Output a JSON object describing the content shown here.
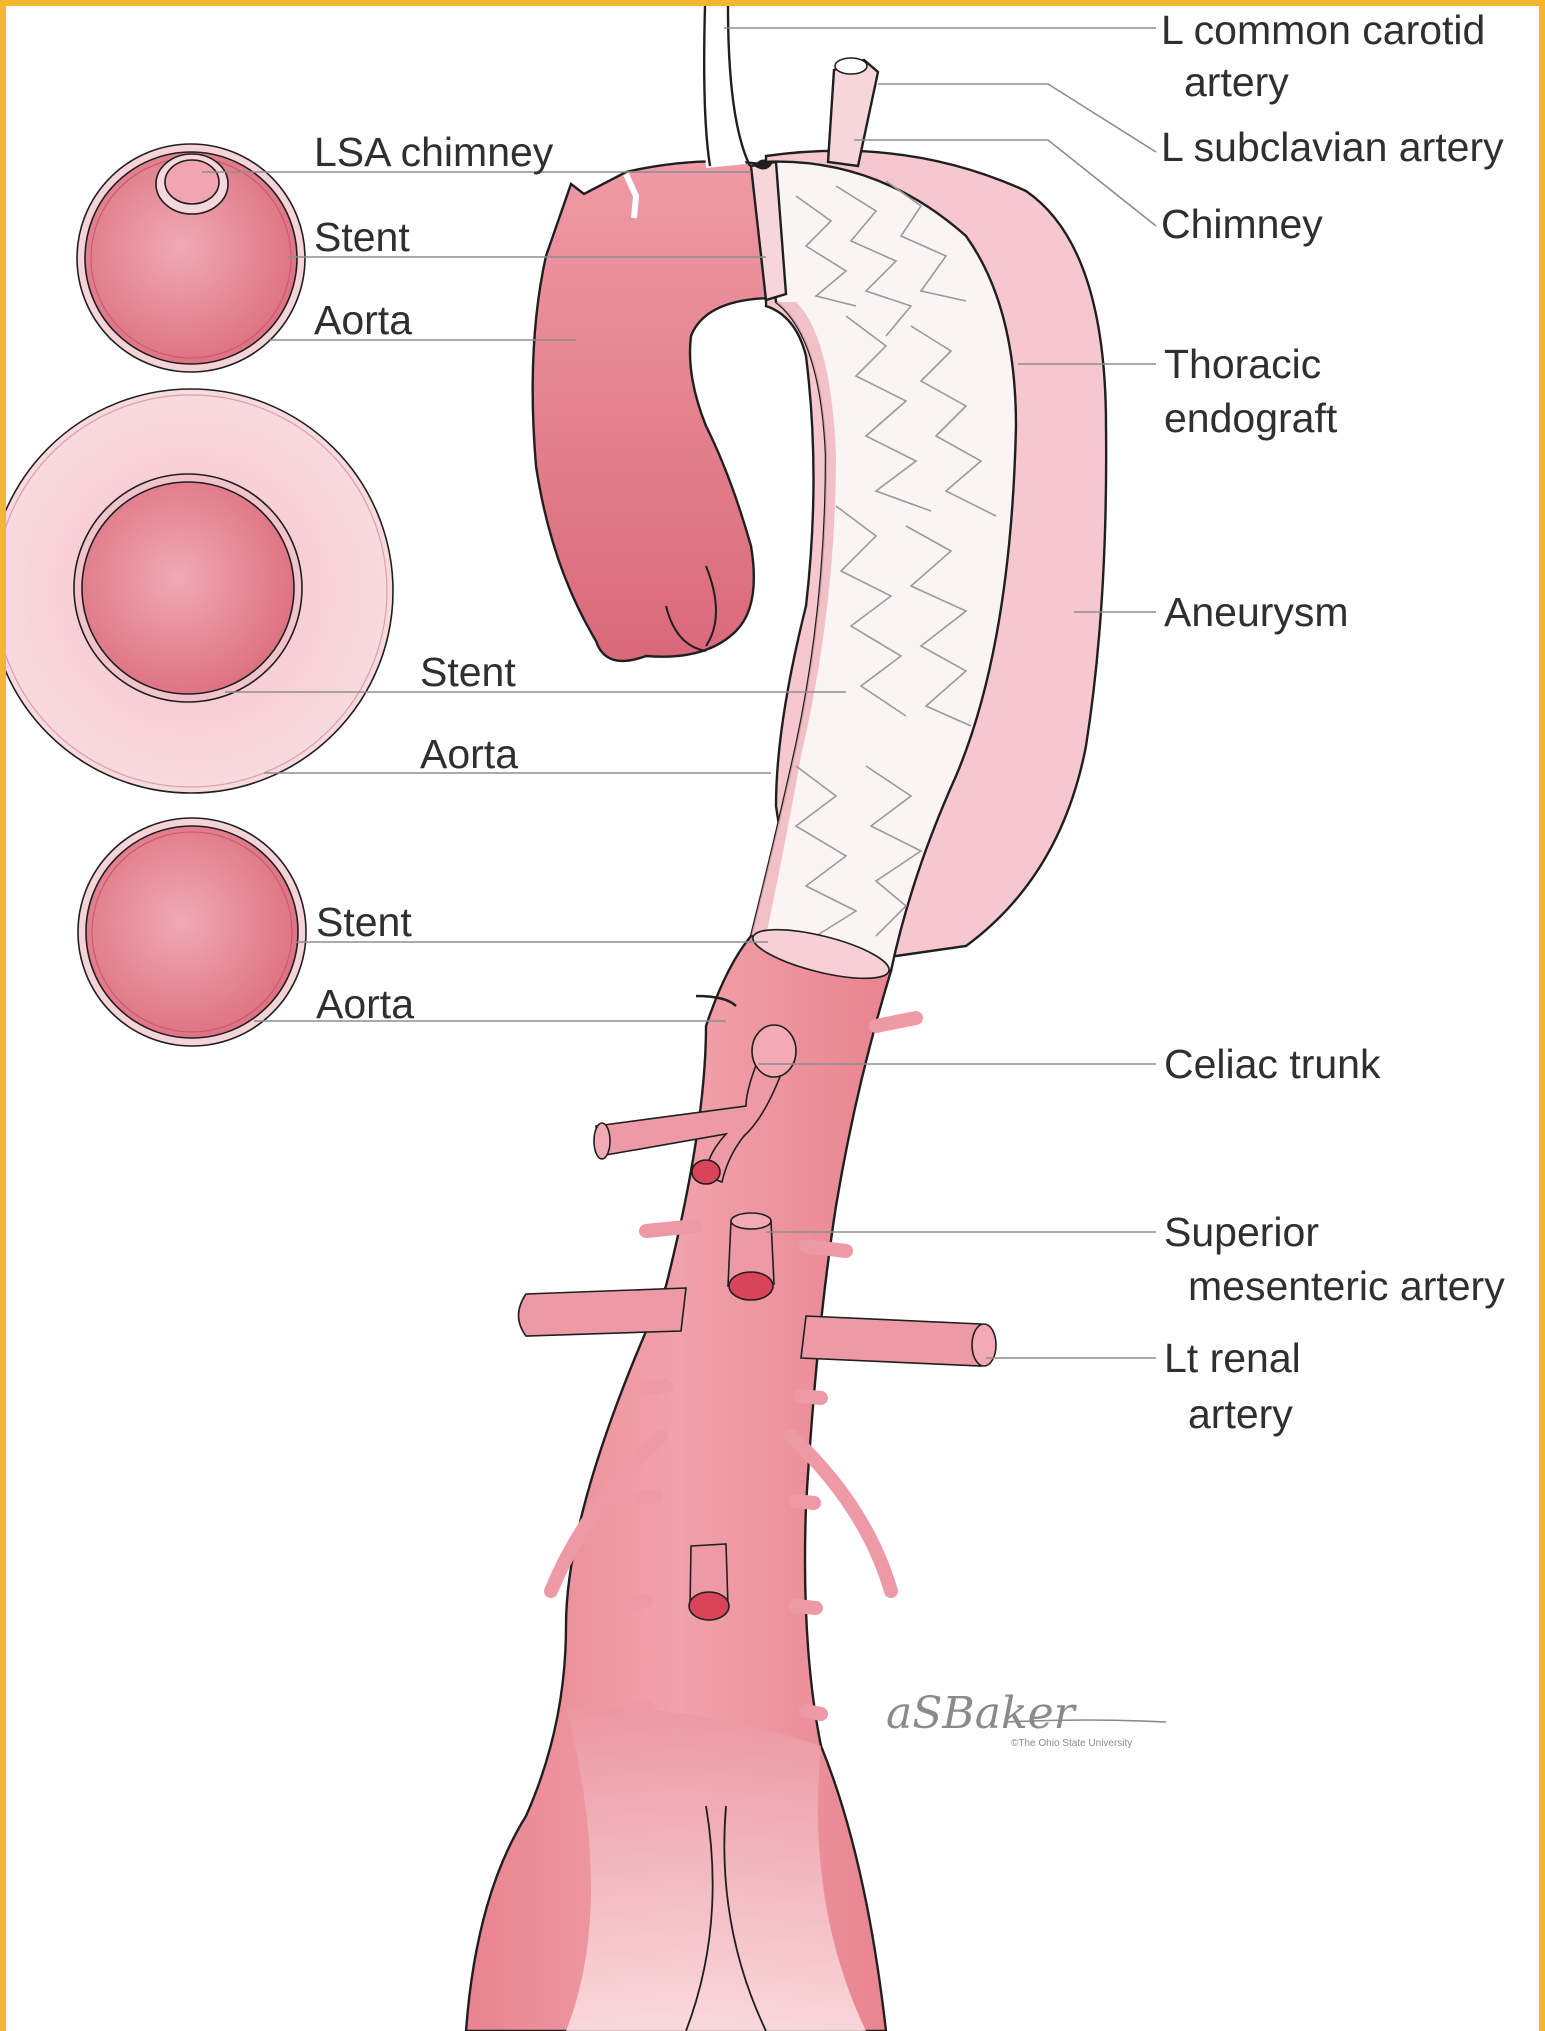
{
  "labels": {
    "l_common_carotid_1": "L common carotid",
    "l_common_carotid_2": "artery",
    "l_subclavian": "L subclavian artery",
    "chimney": "Chimney",
    "thoracic_endograft_1": "Thoracic",
    "thoracic_endograft_2": "endograft",
    "aneurysm": "Aneurysm",
    "celiac_trunk": "Celiac trunk",
    "superior_mesenteric_1": "Superior",
    "superior_mesenteric_2": "mesenteric artery",
    "lt_renal_1": "Lt renal",
    "lt_renal_2": "artery"
  },
  "cross_sections": {
    "top": {
      "chimney": "LSA chimney",
      "stent": "Stent",
      "aorta": "Aorta"
    },
    "middle": {
      "stent": "Stent",
      "aorta": "Aorta"
    },
    "bottom": {
      "stent": "Stent",
      "aorta": "Aorta"
    }
  },
  "credit": {
    "signature": "aSBaker",
    "copyright": "©The Ohio State University"
  },
  "colors": {
    "frame": "#f2b62f",
    "vessel": "#e98f9b",
    "vessel_dark": "#d9697a",
    "aneurysm_sac": "#f5c6cd",
    "graft": "#faf3f4",
    "lumen": "#e27a89"
  }
}
